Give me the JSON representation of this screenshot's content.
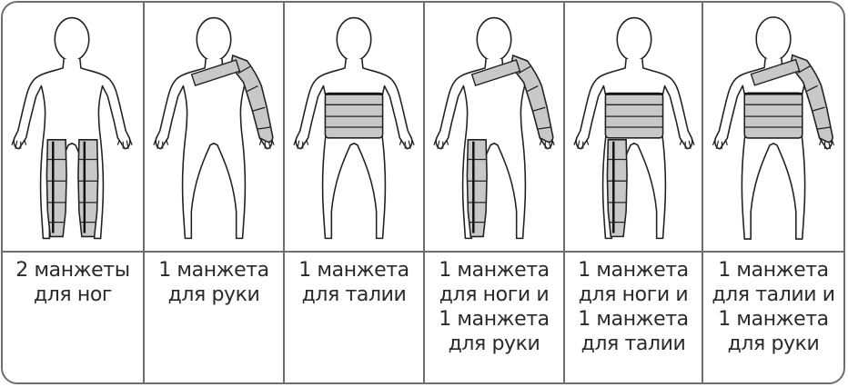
{
  "panels": [
    {
      "icon": "body-with-two-leg-cuffs-icon",
      "lines": [
        "2 манжеты",
        "для ног"
      ]
    },
    {
      "icon": "body-with-arm-cuff-icon",
      "lines": [
        "1 манжета",
        "для руки"
      ]
    },
    {
      "icon": "body-with-waist-cuff-icon",
      "lines": [
        "1 манжета",
        "для талии"
      ]
    },
    {
      "icon": "body-with-leg-and-arm-cuffs-icon",
      "lines": [
        "1 манжета",
        "для ноги и",
        "1 манжета",
        "для руки"
      ]
    },
    {
      "icon": "body-with-leg-and-waist-cuffs-icon",
      "lines": [
        "1 манжета",
        "для ноги и",
        "1 манжета",
        "для талии"
      ]
    },
    {
      "icon": "body-with-waist-and-arm-cuffs-icon",
      "lines": [
        "1 манжета",
        "для талии и",
        "1 манжета",
        "для руки"
      ]
    }
  ],
  "colors": {
    "border": "#6e6e6e",
    "cuff_fill": "#c8c8c8",
    "outline": "#222222"
  }
}
